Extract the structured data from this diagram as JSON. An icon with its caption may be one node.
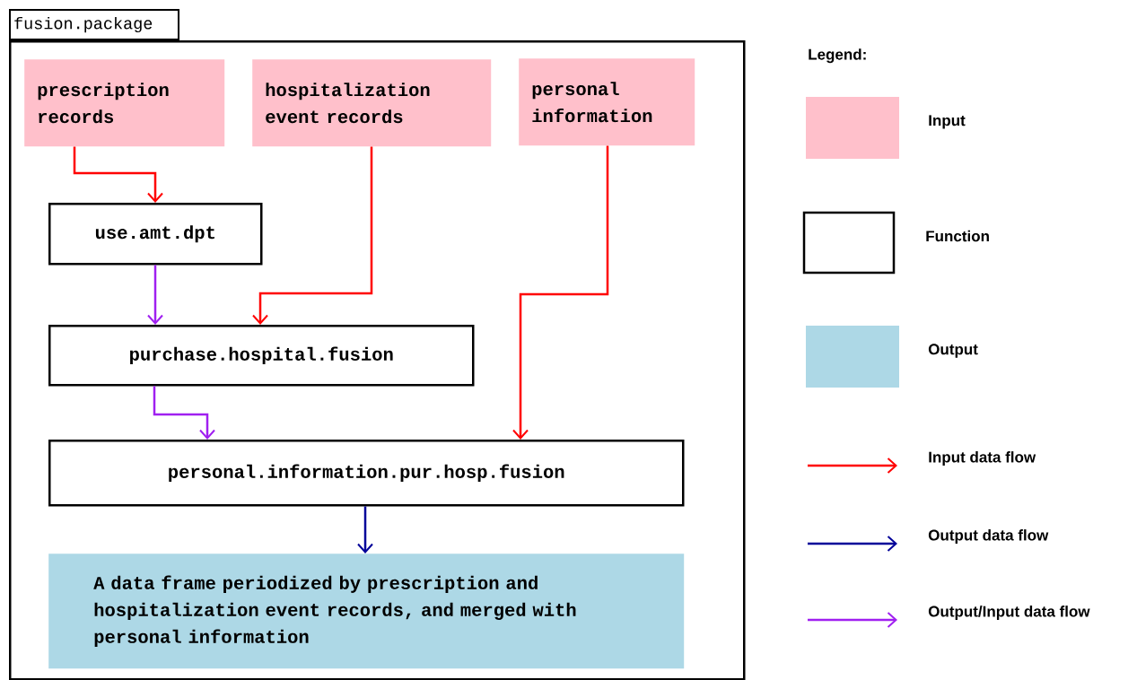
{
  "diagram": {
    "nodes": [
      {
        "text": [
          "fusion.package"
        ]
      },
      {
        "text": [
          "prescription records"
        ],
        "in": 0
      },
      {
        "text": [
          "hospitalization event records"
        ],
        "in": 0
      },
      {
        "text": [
          "personal information"
        ],
        "in": 0
      },
      {
        "text": [
          "use.amt.dpt"
        ],
        "in": 0
      },
      {
        "text": [
          "purchase.hospital.fusion"
        ],
        "in": 0
      },
      {
        "text": [
          "personal.information.pur.hosp.fusion"
        ],
        "in": 0
      },
      {
        "text": [
          "A data frame periodized by prescription and hospitalization event records, and merged with personal information"
        ],
        "in": 0
      }
    ],
    "edges": [
      {
        "from": 1,
        "to": 4,
        "arrow": "to",
        "color": "#ff0000"
      },
      {
        "from": 4,
        "to": 5,
        "arrow": "to",
        "color": "#a020f0"
      },
      {
        "from": 2,
        "to": 5,
        "arrow": "to",
        "color": "#ff0000"
      },
      {
        "from": 5,
        "to": 6,
        "arrow": "to",
        "color": "#a020f0"
      },
      {
        "from": 3,
        "to": 6,
        "arrow": "to",
        "color": "#ff0000"
      },
      {
        "from": 6,
        "to": 7,
        "arrow": "to",
        "color": "#000099"
      }
    ],
    "labels": [
      "Legend:"
    ],
    "legend": [
      {
        "text": "Input",
        "color": "#ffc0cb"
      },
      {
        "text": "Function"
      },
      {
        "text": "Output",
        "color": "#add8e6"
      },
      {
        "text": "Input data flow"
      },
      {
        "text": "Output data flow"
      },
      {
        "text": "Output/Input data flow"
      }
    ]
  }
}
